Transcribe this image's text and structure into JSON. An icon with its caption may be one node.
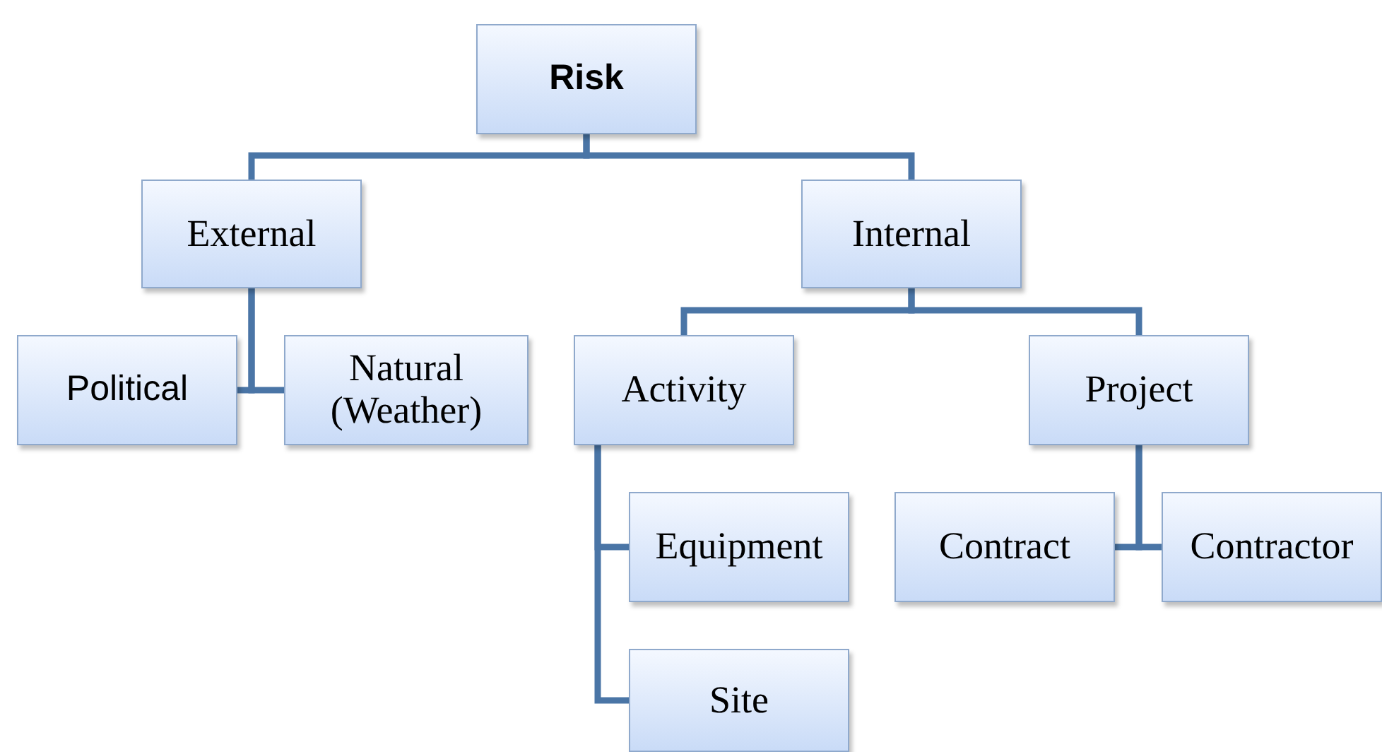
{
  "diagram": {
    "nodes": [
      {
        "text": [
          "Risk"
        ]
      },
      {
        "text": [
          "External"
        ]
      },
      {
        "text": [
          "Internal"
        ]
      },
      {
        "text": [
          "Political"
        ]
      },
      {
        "text": [
          "Natural (Weather)"
        ]
      },
      {
        "text": [
          "Activity"
        ]
      },
      {
        "text": [
          "Project"
        ]
      },
      {
        "text": [
          "Equipment"
        ]
      },
      {
        "text": [
          "Site"
        ]
      },
      {
        "text": [
          "Contract"
        ]
      },
      {
        "text": [
          "Contractor"
        ]
      }
    ],
    "edges": [
      {
        "from": 0,
        "to": 1,
        "arrow": "none"
      },
      {
        "from": 0,
        "to": 2,
        "arrow": "none"
      },
      {
        "from": 1,
        "to": 3,
        "arrow": "none"
      },
      {
        "from": 1,
        "to": 4,
        "arrow": "none"
      },
      {
        "from": 2,
        "to": 5,
        "arrow": "none"
      },
      {
        "from": 2,
        "to": 6,
        "arrow": "none"
      },
      {
        "from": 5,
        "to": 7,
        "arrow": "none"
      },
      {
        "from": 5,
        "to": 8,
        "arrow": "none"
      },
      {
        "from": 6,
        "to": 9,
        "arrow": "none"
      },
      {
        "from": 6,
        "to": 10,
        "arrow": "none"
      }
    ]
  }
}
